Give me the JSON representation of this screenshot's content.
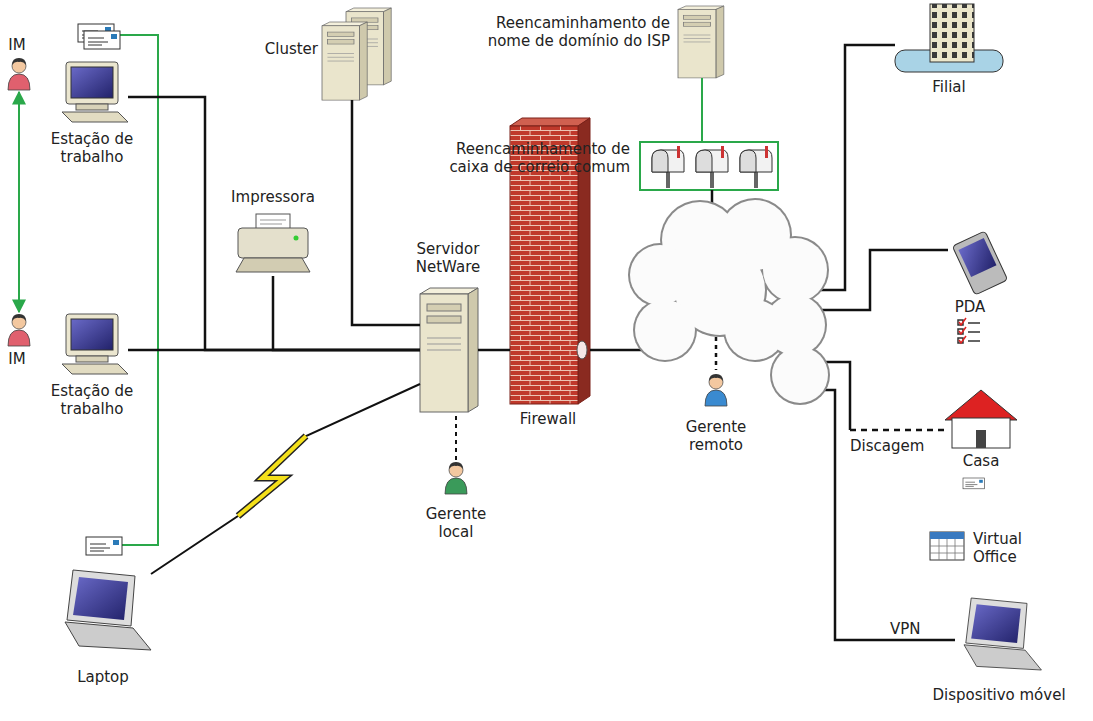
{
  "diagram": {
    "nodes": [
      {
        "text": [
          "IM"
        ]
      },
      {
        "text": [
          "Estação de trabalho"
        ]
      },
      {
        "text": [
          "Cluster"
        ]
      },
      {
        "text": [
          "Reencaminhamento de nome de domínio do ISP"
        ]
      },
      {
        "text": [
          "Reencaminhamento de caixa de correio comum"
        ]
      },
      {
        "text": [
          "Filial"
        ]
      },
      {
        "text": [
          "Impressora"
        ]
      },
      {
        "text": [
          "Servidor NetWare"
        ]
      },
      {
        "text": [
          "Firewall"
        ]
      },
      {
        "text": [
          "PDA"
        ]
      },
      {
        "text": [
          "IM"
        ]
      },
      {
        "text": [
          "Estação de trabalho"
        ]
      },
      {
        "text": [
          "Casa"
        ]
      },
      {
        "text": [
          "Gerente local"
        ]
      },
      {
        "text": [
          "Gerente remoto"
        ]
      },
      {
        "text": [
          "Laptop"
        ]
      },
      {
        "text": [
          "Dispositivo móvel"
        ]
      }
    ],
    "edges": [
      {
        "from": 0,
        "to": 10,
        "arrow": "both"
      },
      {
        "from": 1,
        "to": 7,
        "arrow": "none"
      },
      {
        "from": 11,
        "to": 7,
        "arrow": "none"
      },
      {
        "from": 6,
        "to": 7,
        "arrow": "none"
      },
      {
        "from": 2,
        "to": 7,
        "arrow": "none"
      },
      {
        "from": 15,
        "to": 7,
        "arrow": "none"
      },
      {
        "from": 13,
        "to": 7,
        "arrow": "none"
      },
      {
        "from": 7,
        "to": 8,
        "arrow": "none"
      },
      {
        "from": 3,
        "to": 4,
        "arrow": "none"
      }
    ],
    "labels": [
      "Discagem",
      "Virtual Office",
      "VPN"
    ]
  }
}
